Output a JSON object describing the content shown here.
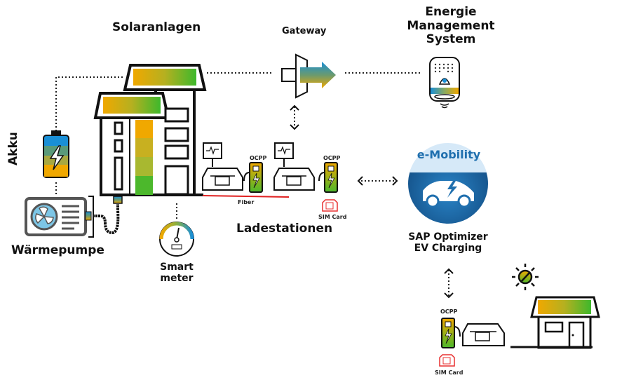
{
  "labels": {
    "solar": "Solaranlagen",
    "gateway": "Gateway",
    "ems_line1": "Energie",
    "ems_line2": "Management",
    "ems_line3": "System",
    "akku": "Akku",
    "heatpump": "Wärmepumpe",
    "smartmeter_line1": "Smart",
    "smartmeter_line2": "meter",
    "charging_stations": "Ladestationen",
    "fiber": "Fiber",
    "ocpp": "OCPP",
    "sim_card": "SIM Card",
    "emobility": "e-Mobility",
    "sap_line1": "SAP Optimizer",
    "sap_line2": "EV Charging"
  },
  "colors": {
    "orange": "#f0a800",
    "olive": "#b5b020",
    "green": "#4cb82c",
    "blue": "#1a8fd6",
    "teal": "#5a9a7a",
    "sap_blue": "#1f6fae",
    "sap_light": "#d6e9f8",
    "fiber_red": "#e02020",
    "sim_red": "#e83030"
  }
}
